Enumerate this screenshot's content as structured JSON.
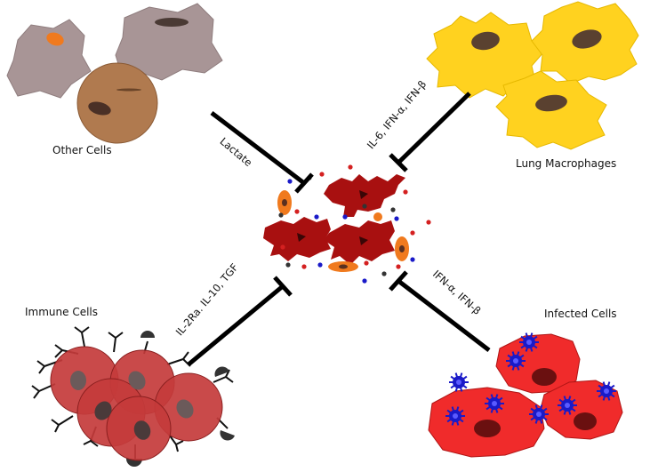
{
  "diagram": {
    "groups": [
      {
        "id": "other",
        "label": "Other Cells"
      },
      {
        "id": "macrophages",
        "label": "Lung Macrophages"
      },
      {
        "id": "immune",
        "label": "Immune Cells"
      },
      {
        "id": "infected",
        "label": "Infected Cells"
      }
    ],
    "edges": [
      {
        "from": "other",
        "label": "Lactate",
        "type": "inhibition"
      },
      {
        "from": "macrophages",
        "label": "IL-6, IFN-α, IFN-β",
        "type": "inhibition"
      },
      {
        "from": "immune",
        "label": "IL-2Ra. IL-10, TGF",
        "type": "inhibition"
      },
      {
        "from": "infected",
        "label": "IFN-α, IFN-β",
        "type": "inhibition"
      }
    ],
    "colors": {
      "other_cell": "#a89596",
      "other_cell_round": "#b07a4f",
      "macrophage": "#ffd21f",
      "immune_cell": "#c43b3b",
      "infected_cell": "#f02b2b",
      "virus": "#1a1ac8",
      "central_cell": "#a81010",
      "orange_cell": "#f07a1e",
      "nucleus": "#5a4130",
      "inhibition_line": "#000000"
    }
  }
}
